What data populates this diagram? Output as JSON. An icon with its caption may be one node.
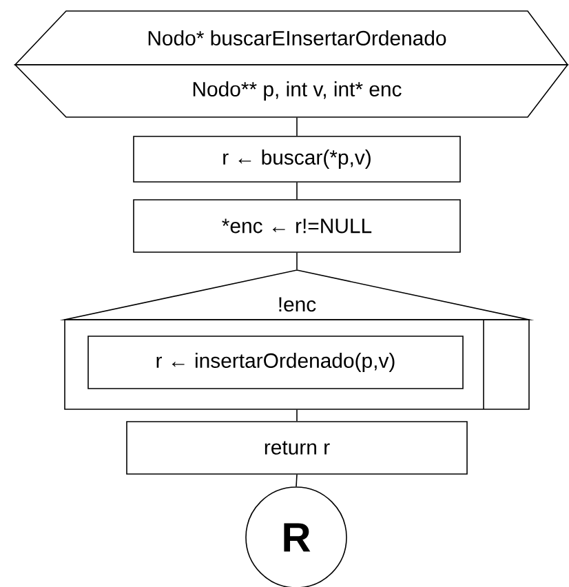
{
  "diagram": {
    "nodes": [
      {
        "text": [
          "Nodo* buscarEInsertarOrdenado"
        ]
      },
      {
        "text": [
          "Nodo** p, int v, int* enc"
        ]
      },
      {
        "text": [
          "r ← buscar(*p,v)"
        ]
      },
      {
        "text": [
          "*enc ← r!=NULL"
        ]
      },
      {
        "text": [
          "!enc"
        ]
      },
      {
        "text": [
          "r ← insertarOrdenado(p,v)"
        ],
        "in": 4
      },
      {
        "text": [
          "return r"
        ]
      },
      {
        "text": [
          "R"
        ]
      }
    ],
    "edges": [
      {
        "from": 1,
        "to": 2,
        "arrow": "none"
      },
      {
        "from": 2,
        "to": 3,
        "arrow": "none"
      },
      {
        "from": 3,
        "to": 4,
        "arrow": "none"
      },
      {
        "from": 4,
        "to": 6,
        "arrow": "none"
      },
      {
        "from": 6,
        "to": 7,
        "arrow": "none"
      }
    ]
  }
}
